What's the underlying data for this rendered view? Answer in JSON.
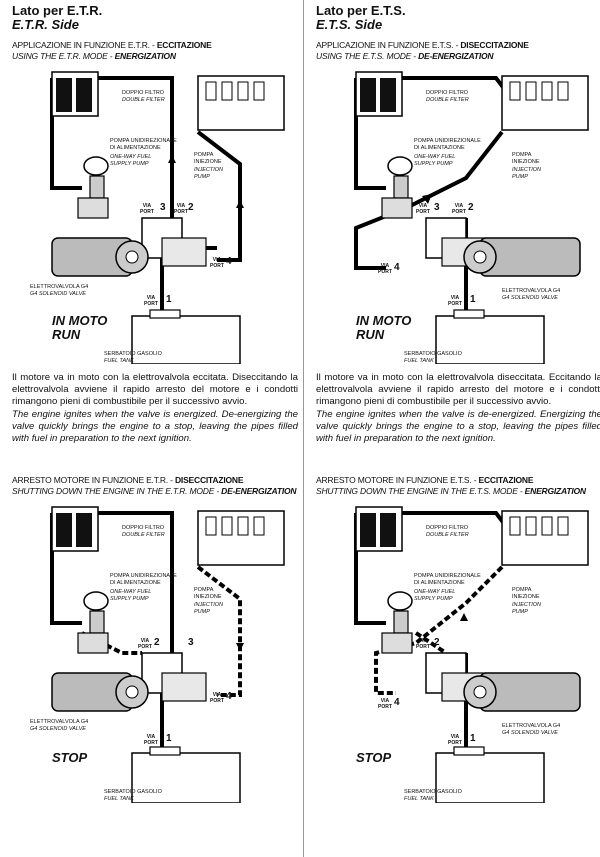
{
  "left": {
    "title_it": "Lato per E.T.R.",
    "title_en": "E.T.R. Side",
    "top": {
      "sub_it_pre": "APPLICAZIONE IN FUNZIONE E.T.R. - ",
      "sub_it_bold": "ECCITAZIONE",
      "sub_en_pre": "USING THE E.T.R. MODE - ",
      "sub_en_bold": "ENERGIZATION",
      "state_it": "IN MOTO",
      "state_en": "RUN",
      "para_it": "Il motore va in moto con la elettrovalvola eccitata. Diseccitando la elettrovalvola avviene il rapido arresto del motore e i condotti rimangono pieni di combustibile per il successivo avvio.",
      "para_en": "The engine ignites when the valve is energized. De-energizing the valve quickly brings the engine to a stop, leaving the pipes filled with fuel in preparation to the next ignition."
    },
    "bottom": {
      "sub_it_pre": "ARRESTO MOTORE  IN FUNZIONE E.T.R. - ",
      "sub_it_bold": "DISECCITAZIONE",
      "sub_en_pre": "SHUTTING DOWN THE ENGINE IN THE E.T.R. MODE - ",
      "sub_en_bold": "DE-ENERGIZATION",
      "state_it": "STOP"
    }
  },
  "right": {
    "title_it": "Lato per E.T.S.",
    "title_en": "E.T.S. Side",
    "top": {
      "sub_it_pre": "APPLICAZIONE IN FUNZIONE E.T.S. - ",
      "sub_it_bold": "DISECCITAZIONE",
      "sub_en_pre": "USING THE E.T.S. MODE - ",
      "sub_en_bold": "DE-ENERGIZATION",
      "state_it": "IN MOTO",
      "state_en": "RUN",
      "para_it": "Il motore va in moto con la elettrovalvola diseccitata. Eccitando la elettrovalvola avviene il rapido arresto del motore e i condotti rimangono pieni di combustibile per il successivo avvio.",
      "para_en": "The engine ignites when the valve is de-energized. Energizing the valve quickly brings the engine to a stop, leaving the pipes filled with fuel in preparation to the next ignition."
    },
    "bottom": {
      "sub_it_pre": "ARRESTO MOTORE IN FUNZIONE E.T.S. - ",
      "sub_it_bold": "ECCITAZIONE",
      "sub_en_pre": "SHUTTING DOWN THE ENGINE IN THE  E.T.S. MODE - ",
      "sub_en_bold": "ENERGIZATION",
      "state_it": "STOP"
    }
  },
  "labels": {
    "filter_it": "DOPPIO FILTRO",
    "filter_en": "DOUBLE FILTER",
    "pump_it_1": "POMPA UNIDIREZIONALE",
    "pump_it_2": "DI ALIMENTAZIONE",
    "pump_en_1": "ONE-WAY FUEL",
    "pump_en_2": "SUPPLY PUMP",
    "inj_it_1": "POMPA",
    "inj_it_2": "INIEZIONE",
    "inj_en_1": "INJECTION",
    "inj_en_2": "PUMP",
    "valve_it": "ELETTROVALVOLA G4",
    "valve_en": "G4 SOLENOID VALVE",
    "tank_it": "SERBATOIO GASOLIO",
    "tank_en": "FUEL TANK",
    "via": "VIA",
    "port": "PORT",
    "port_1": "1",
    "port_2": "2",
    "port_3": "3",
    "port_4": "4"
  }
}
